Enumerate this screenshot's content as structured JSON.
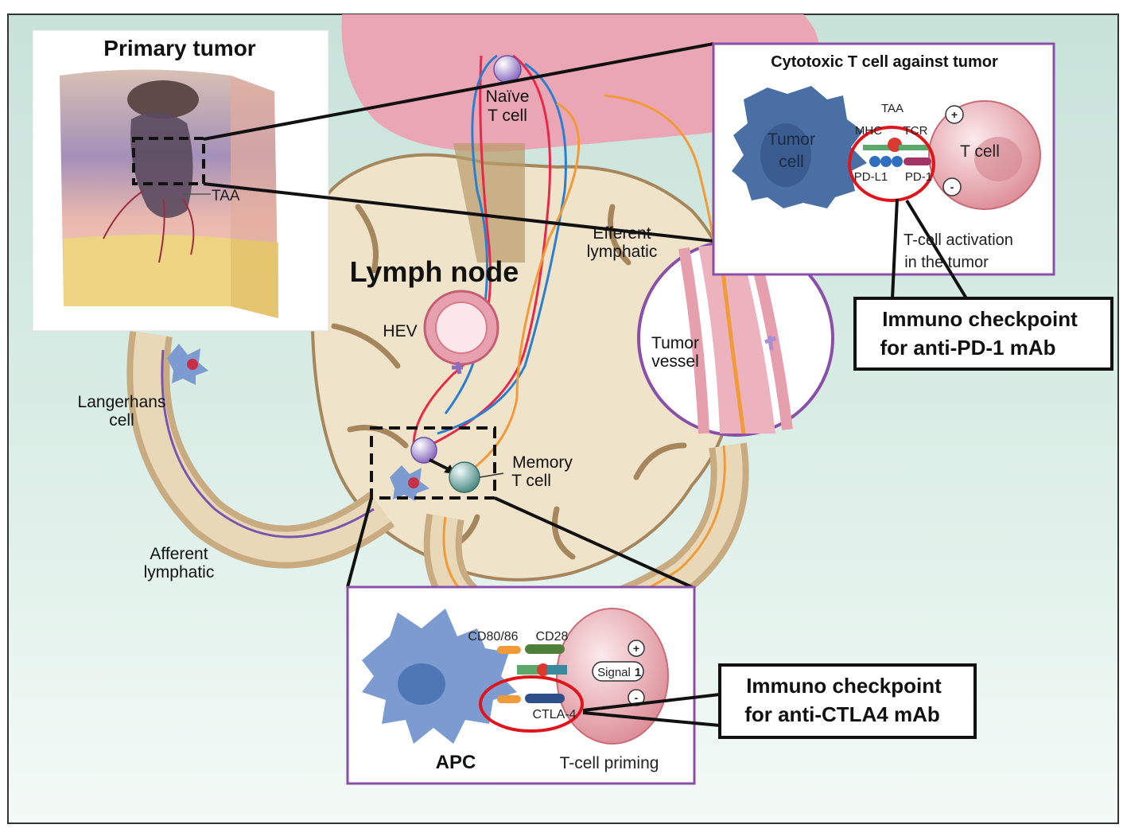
{
  "primary_tumor": {
    "title": "Primary tumor",
    "taa_label": "TAA"
  },
  "lymph_node": {
    "title": "Lymph node",
    "hev": "HEV",
    "naive_t_cell": [
      "Naïve",
      "T cell"
    ],
    "memory_t_cell": [
      "Memory",
      "T cell"
    ],
    "efferent_lymphatic": [
      "Efferent",
      "lymphatic"
    ],
    "afferent_lymphatic": [
      "Afferent",
      "lymphatic"
    ],
    "langerhans_cell": [
      "Langerhans",
      "cell"
    ],
    "tumor_vessel": [
      "Tumor",
      "vessel"
    ]
  },
  "cytotoxic_panel": {
    "title": "Cytotoxic T cell against tumor",
    "tumor_cell": [
      "Tumor",
      "cell"
    ],
    "t_cell": "T cell",
    "taa": "TAA",
    "mhc": "MHC",
    "tcr": "TCR",
    "pdl1": "PD-L1",
    "pd1": "PD-1",
    "plus": "+",
    "minus": "-",
    "caption": [
      "T-cell activation",
      "in the tumor"
    ]
  },
  "priming_panel": {
    "cd80": "CD80/86",
    "cd28": "CD28",
    "ctla4": "CTLA-4",
    "signal": "Signal",
    "signal_num": "1",
    "plus": "+",
    "minus": "-",
    "apc": "APC",
    "caption": "T-cell priming"
  },
  "callouts": {
    "pd1": [
      "Immuno checkpoint",
      "for anti-PD-1 mAb"
    ],
    "ctla4": [
      "Immuno checkpoint",
      "for anti-CTLA4 mAb"
    ]
  },
  "colors": {
    "background_teal": "#cfe6df",
    "node_tan": "#efe3c9",
    "vessel_pink": "#e8a3b0",
    "highlight_red": "#e0151b",
    "t_cell_purple": "#a98fd0",
    "apc_blue": "#7c9bd0"
  }
}
